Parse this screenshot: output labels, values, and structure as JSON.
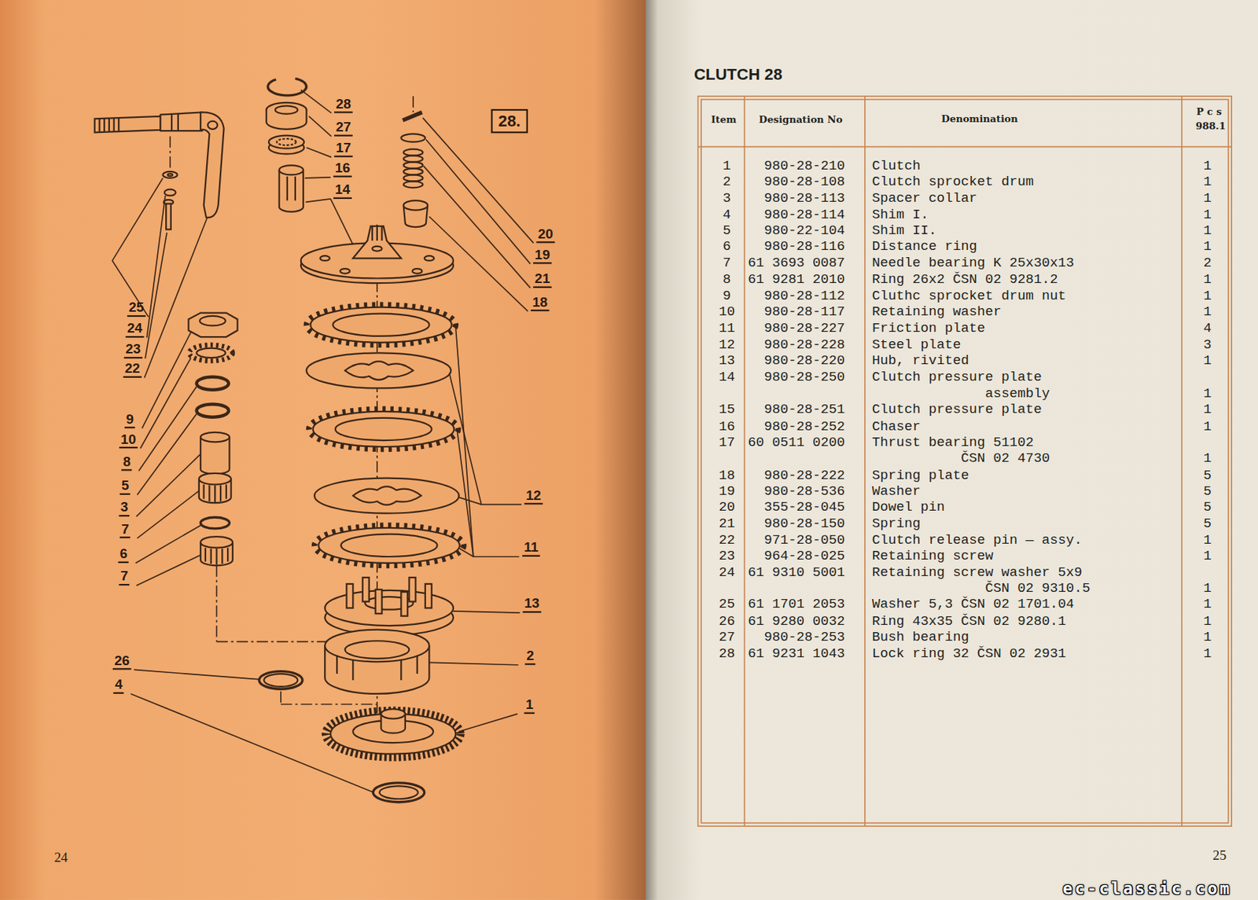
{
  "diagram": {
    "title": "CLUTCH 28",
    "nodes": [
      {
        "text": [
          "28."
        ]
      }
    ],
    "labels": [
      "28",
      "27",
      "17",
      "16",
      "14",
      "20",
      "19",
      "21",
      "18",
      "25",
      "24",
      "23",
      "22",
      "9",
      "10",
      "8",
      "5",
      "3",
      "7",
      "6",
      "7",
      "12",
      "11",
      "13",
      "2",
      "26",
      "4",
      "1",
      "24",
      "25",
      "Item",
      "Designation No",
      "Denomination",
      "P c s",
      "988.1",
      "1",
      "980-28-210",
      "Clutch",
      "1",
      "2",
      "980-28-108",
      "Clutch sprocket drum",
      "1",
      "3",
      "980-28-113",
      "Spacer collar",
      "1",
      "4",
      "980-28-114",
      "Shim I.",
      "1",
      "5",
      "980-22-104",
      "Shim II.",
      "1",
      "6",
      "980-28-116",
      "Distance ring",
      "1",
      "7",
      "61 3693 0087",
      "Needle bearing K 25x30x13",
      "2",
      "8",
      "61 9281 2010",
      "Ring 26x2 ČSN 02 9281.2",
      "1",
      "9",
      "980-28-112",
      "Cluthc sprocket drum nut",
      "1",
      "10",
      "980-28-117",
      "Retaining washer",
      "1",
      "11",
      "980-28-227",
      "Friction plate",
      "4",
      "12",
      "980-28-228",
      "Steel plate",
      "3",
      "13",
      "980-28-220",
      "Hub, rivited",
      "1",
      "14",
      "980-28-250",
      "Clutch pressure plate assembly",
      "1",
      "15",
      "980-28-251",
      "Clutch pressure plate",
      "1",
      "16",
      "980-28-252",
      "Chaser",
      "1",
      "17",
      "60 0511 0200",
      "Thrust bearing 51102 ČSN 02 4730",
      "1",
      "18",
      "980-28-222",
      "Spring plate",
      "5",
      "19",
      "980-28-536",
      "Washer",
      "5",
      "20",
      "355-28-045",
      "Dowel pin",
      "5",
      "21",
      "980-28-150",
      "Spring",
      "5",
      "22",
      "971-28-050",
      "Clutch release pin — assy.",
      "1",
      "23",
      "964-28-025",
      "Retaining screw",
      "1",
      "24",
      "61 9310 5001",
      "Retaining screw washer 5x9 ČSN 02 9310.5",
      "1",
      "25",
      "61 1701 2053",
      "Washer 5,3 ČSN 02 1701.04",
      "1",
      "26",
      "61 9280 0032",
      "Ring 43x35 ČSN 02 9280.1",
      "1",
      "27",
      "980-28-253",
      "Bush bearing",
      "1",
      "28",
      "61 9231 1043",
      "Lock ring 32 ČSN 02 2931",
      "1",
      "ec-classic.com"
    ]
  }
}
